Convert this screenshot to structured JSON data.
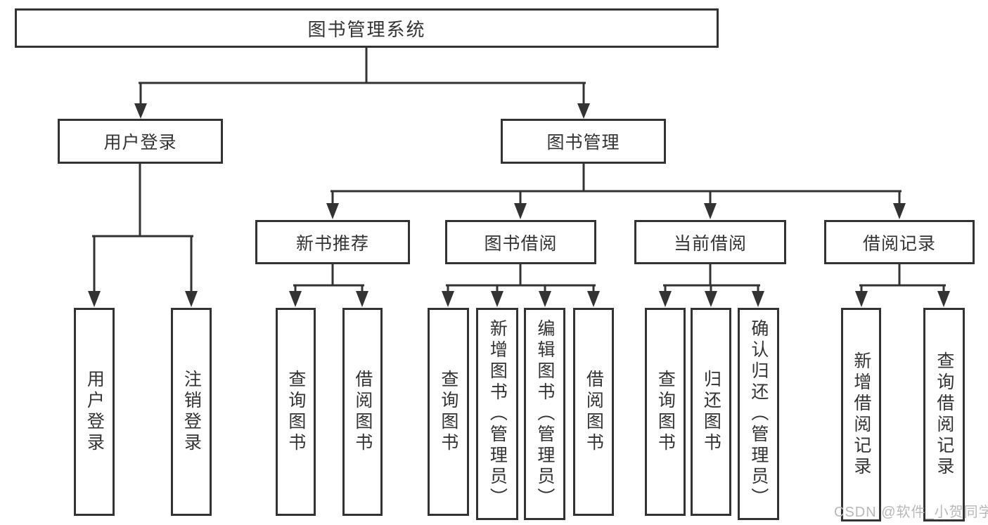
{
  "diagram": {
    "type": "hierarchy-tree",
    "colors": {
      "line": "#333333",
      "box_border": "#333333",
      "text": "#333333",
      "background": "#ffffff",
      "watermark": "#b9b9b9"
    },
    "nodes": {
      "root": "图书管理系统",
      "level2": [
        "用户登录",
        "图书管理"
      ],
      "level3": [
        "新书推荐",
        "图书借阅",
        "当前借阅",
        "借阅记录"
      ],
      "leaves": {
        "user_login": [
          "用户登录",
          "注销登录"
        ],
        "new_book_recommend": [
          "查询图书",
          "借阅图书"
        ],
        "book_borrow": [
          "查询图书",
          "新增图书（管理员）",
          "编辑图书（管理员）",
          "借阅图书"
        ],
        "current_borrow": [
          "查询图书",
          "归还图书",
          "确认归还（管理员）"
        ],
        "borrow_records": [
          "新增借阅记录",
          "查询借阅记录"
        ]
      }
    },
    "watermark": "CSDN @软件_小贺同学"
  }
}
